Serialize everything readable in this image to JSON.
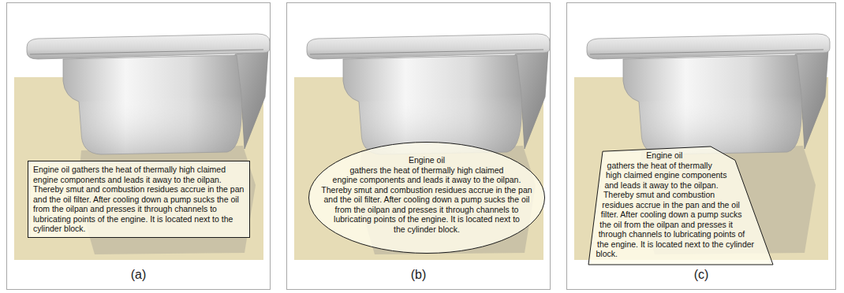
{
  "diagram": {
    "nodes": [
      {
        "text": [
          "(a)"
        ]
      },
      {
        "text": [
          "Engine oil gathers the heat of thermally high claimed engine components and leads it away to the oilpan. Thereby smut and combustion residues accrue in the pan and the oil filter. After cooling down a pump sucks the oil from the oilpan and presses it through channels to lubricating points of the engine. It is located next to the cylinder block."
        ],
        "in": 0
      },
      {
        "text": [
          "(b)"
        ]
      },
      {
        "text": [
          "Engine oil",
          "gathers the heat of thermally high claimed engine components and leads it away to the oilpan. Thereby smut and combustion residues accrue in the pan and the oil filter. After cooling down a pump sucks the oil from the oilpan and presses it through channels to lubricating points of the engine. It is located next to the cylinder block."
        ],
        "in": 2
      },
      {
        "text": [
          "(c)"
        ]
      },
      {
        "text": [
          "Engine oil",
          "gathers the heat of thermally high claimed engine components and leads it away to the oilpan. Thereby smut and combustion residues accrue in the pan and the oil filter. After cooling down a pump sucks the oil from the oilpan and presses it through channels to lubricating points of the engine. It is located next to the cylinder block."
        ],
        "in": 4
      }
    ]
  }
}
